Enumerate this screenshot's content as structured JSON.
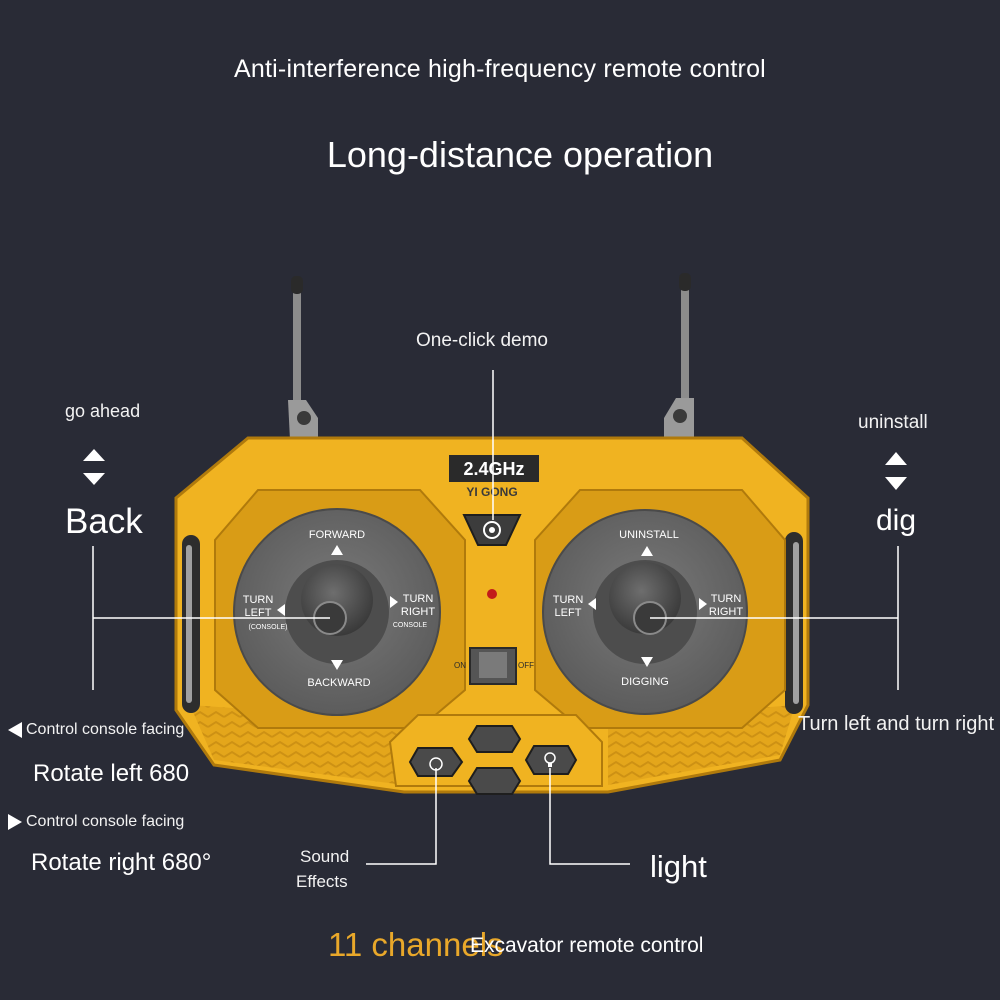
{
  "headline": "Anti-interference high-frequency remote control",
  "title": "Long-distance operation",
  "callouts": {
    "demo": "One-click demo",
    "left_top": "go ahead",
    "left_big": "Back",
    "right_top": "uninstall",
    "right_big": "dig",
    "right_side": "Turn left and turn right",
    "console_left_caption": "Control console facing",
    "console_left_value": "Rotate left 680",
    "console_right_caption": "Control console facing",
    "console_right_value": "Rotate right 680°",
    "sound_line1": "Sound",
    "sound_line2": "Effects",
    "light": "light"
  },
  "footer": {
    "channels": "11 channels",
    "product": "Excavator remote control"
  },
  "remote": {
    "badge": "2.4GHz",
    "brand": "YI GONG",
    "left_stick": {
      "up": "FORWARD",
      "down": "BACKWARD",
      "left_line1": "TURN",
      "left_line2": "LEFT",
      "left_sub": "(CONSOLE)",
      "right_line1": "TURN",
      "right_line2": "RIGHT",
      "right_sub": "CONSOLE"
    },
    "right_stick": {
      "up": "UNINSTALL",
      "down": "DIGGING",
      "left_line1": "TURN",
      "left_line2": "LEFT",
      "right_line1": "TURN",
      "right_line2": "RIGHT"
    },
    "switch_on": "ON",
    "switch_off": "OFF"
  },
  "colors": {
    "background": "#292b36",
    "body_yellow": "#f0b321",
    "body_dark_yellow": "#c98d12",
    "stick_plate": "#6b6b6b",
    "accent_text": "#e9a82a"
  }
}
